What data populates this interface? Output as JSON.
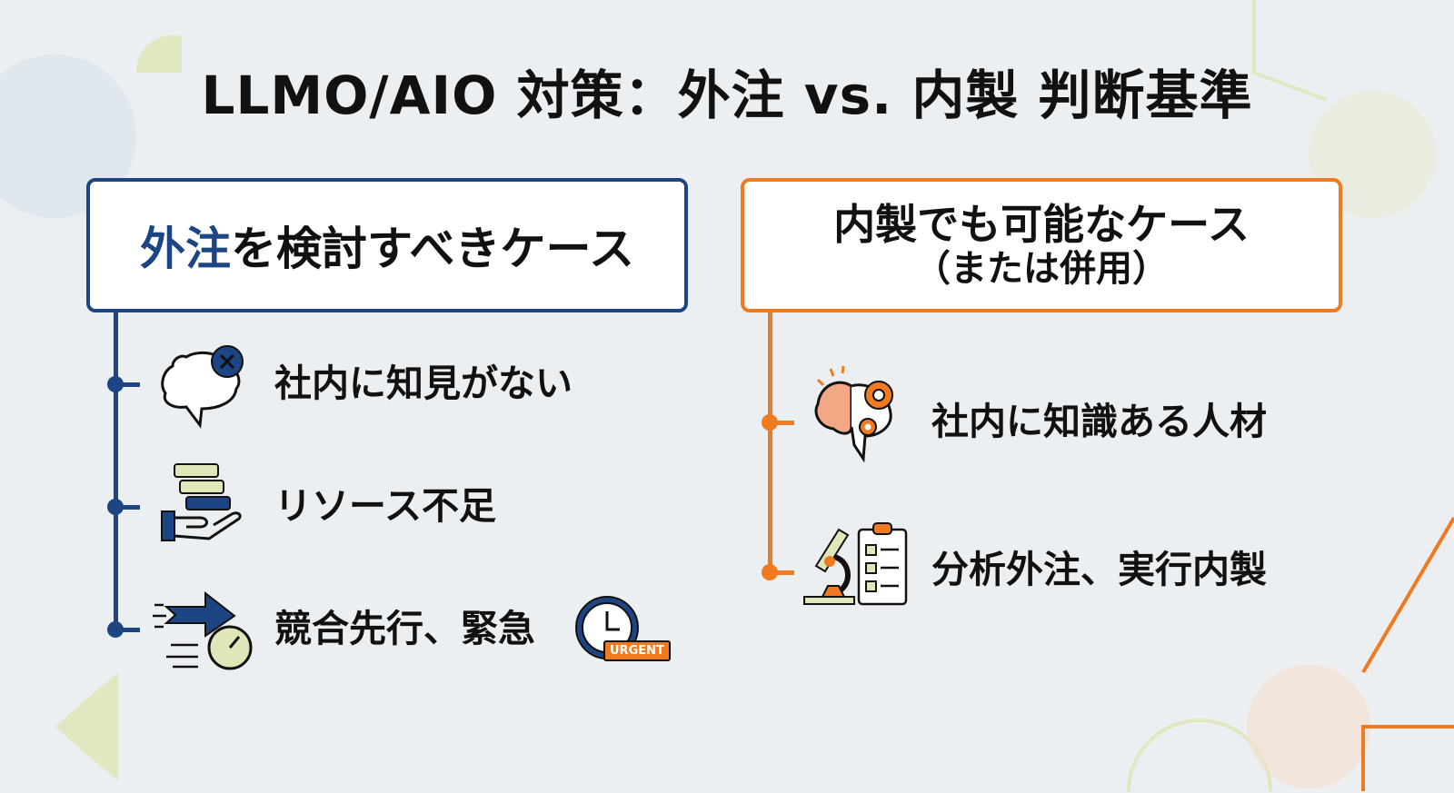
{
  "title": "LLMO/AIO 対策：外注 vs. 内製 判断基準",
  "left": {
    "heading_accent": "外注",
    "heading_rest": "を検討すべきケース",
    "items": [
      {
        "label": "社内に知見がない",
        "icon": "brain-x-icon"
      },
      {
        "label": "リソース不足",
        "icon": "hand-stack-icon"
      },
      {
        "label": "競合先行、緊急",
        "icon": "fast-arrow-clock-icon",
        "badge": "URGENT"
      }
    ]
  },
  "right": {
    "heading": "内製でも可能なケース",
    "subheading": "（または併用）",
    "items": [
      {
        "label": "社内に知識ある人材",
        "icon": "brain-gears-icon"
      },
      {
        "label": "分析外注、実行内製",
        "icon": "microscope-checklist-icon"
      }
    ]
  },
  "colors": {
    "blue": "#1d4583",
    "orange": "#f07a1f",
    "background": "#eceff2"
  }
}
